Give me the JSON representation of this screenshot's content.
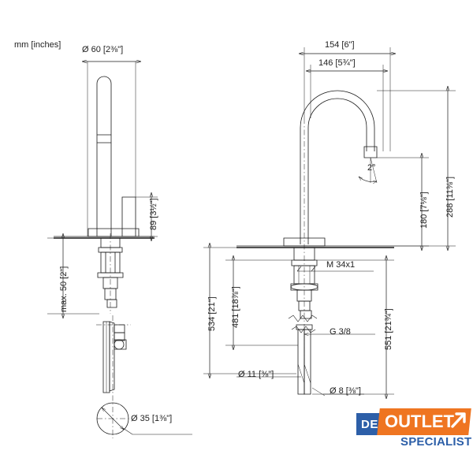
{
  "document": {
    "type": "technical-dimension-drawing",
    "subject": "two-hole basin mixer faucet",
    "units_note": "mm [inches]",
    "background_color": "#ffffff",
    "line_color": "#1a1a1a",
    "text_color": "#222222"
  },
  "units_label": "mm [inches]",
  "left_view": {
    "name": "handle-elevation-view",
    "dimensions": {
      "diameter_top": "Ø 60 [2⅜\"]",
      "handle_height": "89 [3½\"]",
      "max_thickness": "max. 50 [2\"]"
    }
  },
  "side_view": {
    "name": "handle-side-view",
    "dimensions": {
      "base_diameter": "Ø 35 [1⅜\"]"
    }
  },
  "right_view": {
    "name": "spout-elevation-view",
    "dimensions": {
      "overall_width": "154 [6\"]",
      "inner_width": "146 [5¾\"]",
      "spout_height": "288 [11⅜\"]",
      "outlet_height": "180 [7⅛\"]",
      "total_length": "534 [21\"]",
      "shank_length": "481 [18⅞\"]",
      "supply_length": "551 [21¾\"]",
      "outlet_angle": "2°",
      "thread_top": "M 34x1",
      "thread_supply": "G 3/8",
      "hole_diameter": "Ø 11 [⅜\"]",
      "tube_diameter": "Ø 8 [⅜\"]"
    }
  },
  "watermark": {
    "name": "de-outlet-specialist-logo",
    "prefix": "DE",
    "main": "OUTLET",
    "sub": "SPECIALIST",
    "colors": {
      "blue": "#2d5fa8",
      "orange": "#ef7521",
      "white": "#ffffff"
    },
    "arrow_icon": "arrow-up-right-icon"
  }
}
